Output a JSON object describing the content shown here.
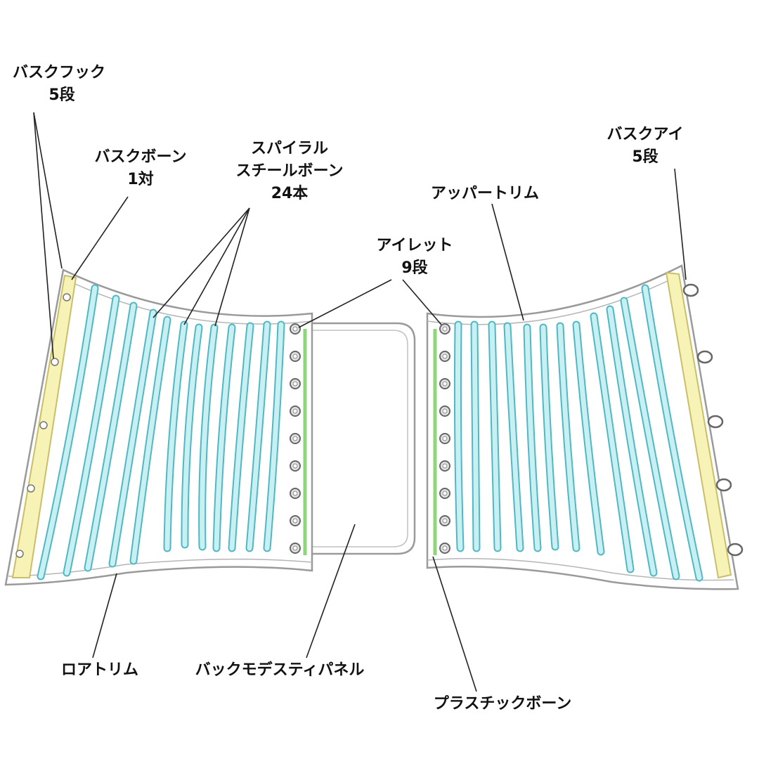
{
  "labels": {
    "busk_hook": {
      "name": "バスクフック",
      "count": "5段"
    },
    "busk_bone": {
      "name": "バスクボーン",
      "count": "1対"
    },
    "spiral_bone": {
      "line1": "スパイラル",
      "line2": "スチールボーン",
      "count": "24本"
    },
    "busk_eye": {
      "name": "バスクアイ",
      "count": "5段"
    },
    "upper_trim": {
      "name": "アッパートリム"
    },
    "eyelet": {
      "name": "アイレット",
      "count": "9段"
    },
    "lower_trim": {
      "name": "ロアトリム"
    },
    "modesty_panel": {
      "name": "バックモデスティパネル"
    },
    "plastic_bone": {
      "name": "プラスチックボーン"
    }
  },
  "colors": {
    "bone_fill": "#c8f0f2",
    "bone_stroke": "#4fb8c4",
    "busk_fill": "#f7f2b5",
    "busk_stroke": "#c9bf6a",
    "plastic_bone": "#8fd67a",
    "outline": "#9a9a9a",
    "leader": "#222222"
  }
}
